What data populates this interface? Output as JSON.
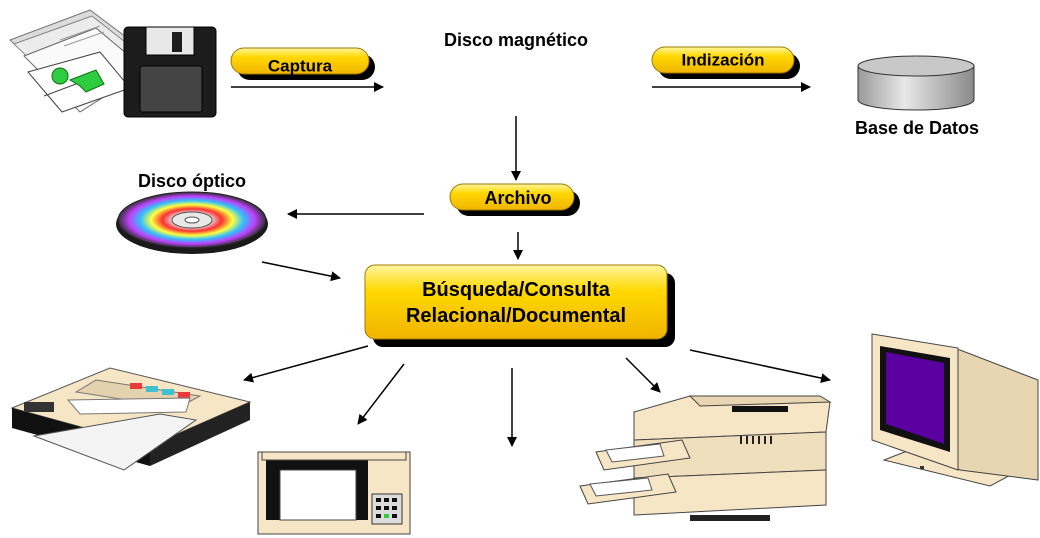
{
  "labels": {
    "disco_magnetico": "Disco magnético",
    "disco_optico": "Disco óptico",
    "base_de_datos": "Base de Datos"
  },
  "pills": {
    "captura": "Captura",
    "indizacion": "Indización",
    "archivo": "Archivo"
  },
  "central_box": {
    "line1": "Búsqueda/Consulta",
    "line2": "Relacional/Documental"
  },
  "colors": {
    "pill_yellow": "#ffd400",
    "pill_shadow": "#000000",
    "beige": "#f6e6c6",
    "screen": "#5a00a0"
  }
}
